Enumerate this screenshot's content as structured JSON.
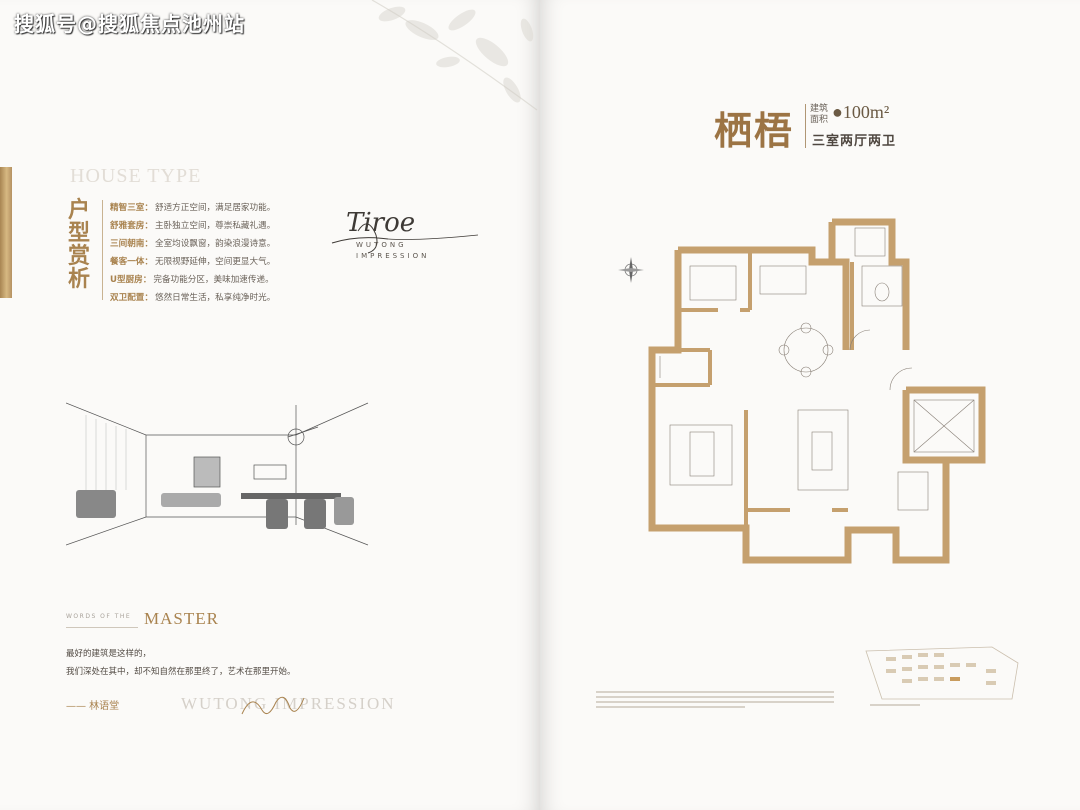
{
  "watermark": "搜狐号@搜狐焦点池州站",
  "left_page": {
    "house_type_en": "HOUSE TYPE",
    "house_type_cn": "户型赏析",
    "features": [
      {
        "key": "精智三室：",
        "text": "舒适方正空间，满足居家功能。"
      },
      {
        "key": "舒雅套房：",
        "text": "主卧独立空间，尊崇私藏礼遇。"
      },
      {
        "key": "三间朝南：",
        "text": "全室均设飘窗，韵染浪漫诗意。"
      },
      {
        "key": "餐客一体：",
        "text": "无限视野延伸，空间更显大气。"
      },
      {
        "key": "U型厨房：",
        "text": "完备功能分区，美味加速传递。"
      },
      {
        "key": "双卫配置：",
        "text": "悠然日常生活，私享纯净时光。"
      }
    ],
    "signature_script": "Tiroe",
    "brand_line1": "WUTONG",
    "brand_line2": "IMPRESSION",
    "words_of_the": "WORDS OF THE",
    "master": "MASTER",
    "quote_line1": "最好的建筑是这样的，",
    "quote_line2": "我们深处在其中，却不知自然在那里终了，艺术在那里开始。",
    "author": "——  林语堂",
    "wutong_impression": "WUTONG IMPRESSION"
  },
  "right_page": {
    "unit_name": "栖梧",
    "area_label": "建筑面积",
    "area_value": "●100m²",
    "room_type": "三室两厅两卫"
  },
  "colors": {
    "gold": "#a9834f",
    "page": "#fbfaf8",
    "wall": "#c5a06e"
  }
}
